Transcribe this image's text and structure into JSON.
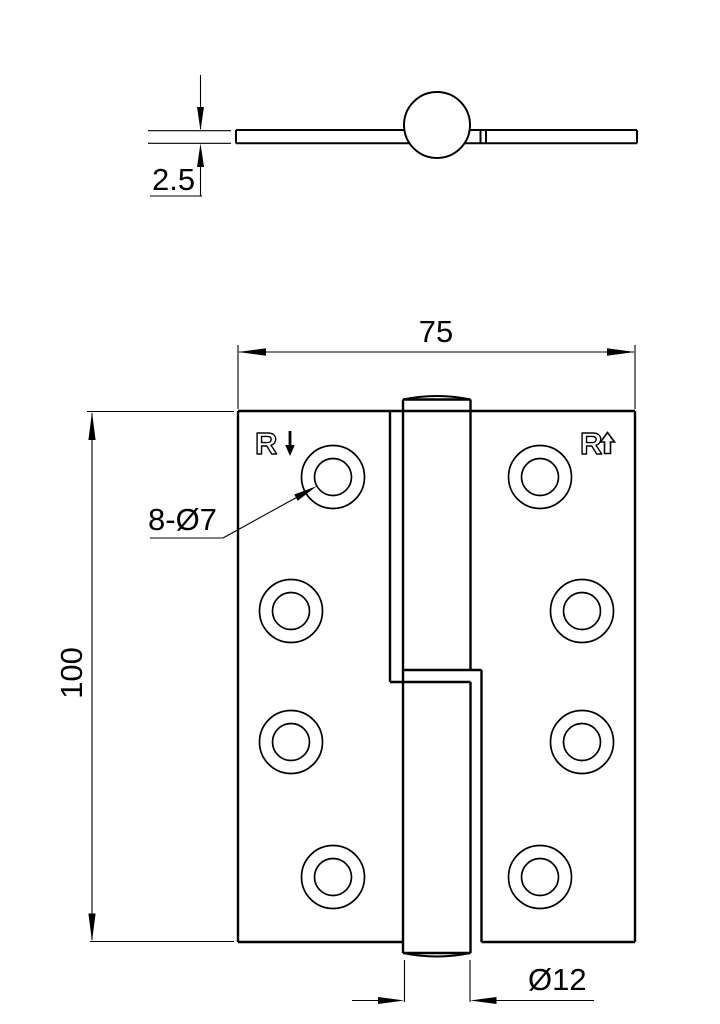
{
  "drawing": {
    "background_color": "#ffffff",
    "line_color": "#000000",
    "labels": {
      "thickness": "2.5",
      "width": "75",
      "height": "100",
      "holes": "8-Ø7",
      "pin_diameter": "Ø12",
      "left_leaf": {
        "letter": "R",
        "arrow_icon": "down-arrow",
        "direction": "down"
      },
      "right_leaf": {
        "letter": "R",
        "arrow_icon": "up-arrow",
        "direction": "up"
      }
    }
  }
}
